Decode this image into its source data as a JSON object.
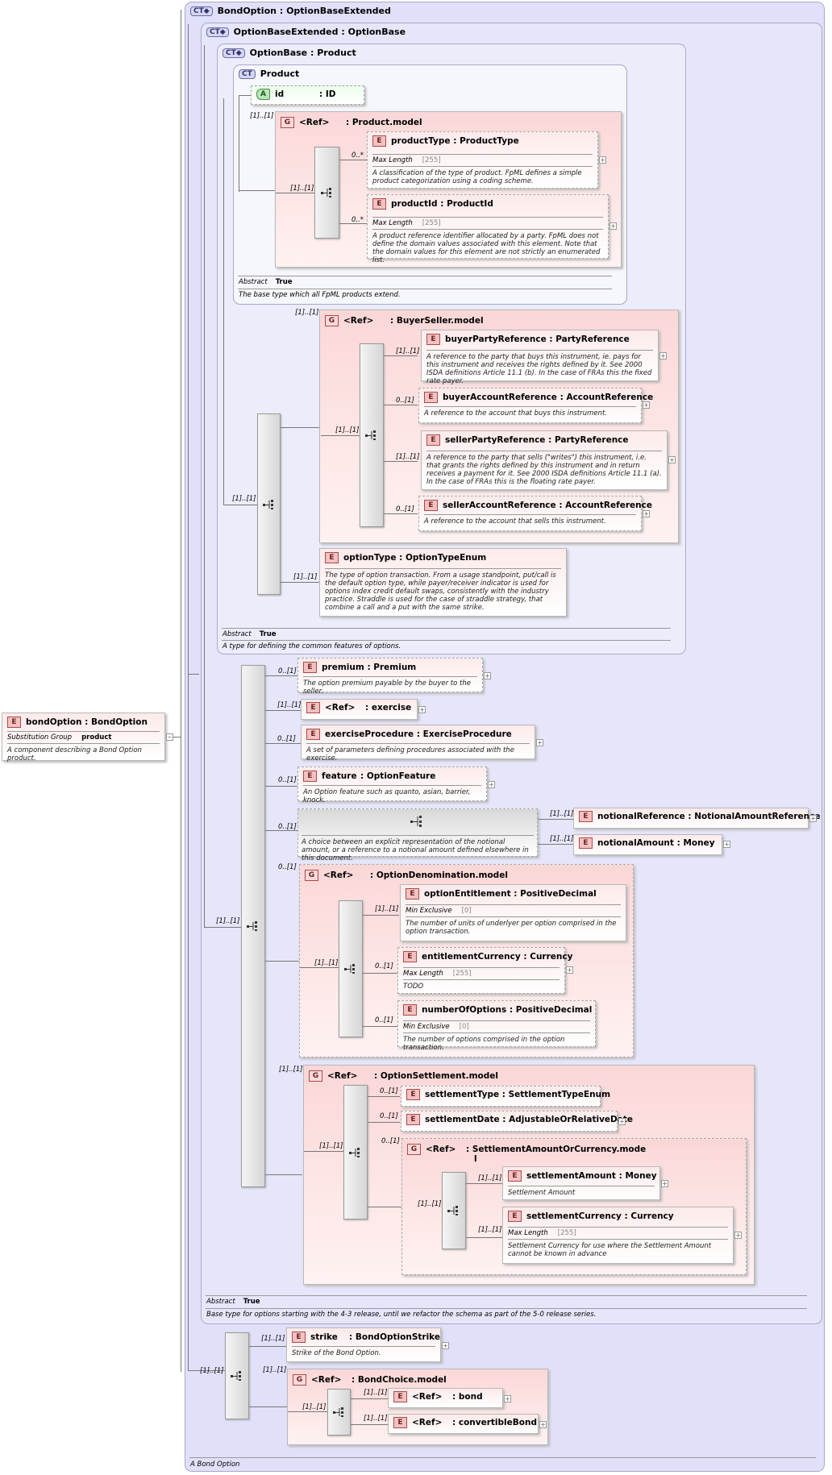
{
  "bondOption": {
    "name": "bondOption",
    "type": "BondOption",
    "subst_label": "Substitution Group",
    "subst_value": "product",
    "desc": "A component describing a Bond Option product."
  },
  "ct_bondoption": {
    "name": "BondOption",
    "base": "OptionBaseExtended",
    "desc": "A Bond Option"
  },
  "ct_obe": {
    "name": "OptionBaseExtended",
    "base": "OptionBase",
    "abstract_label": "Abstract",
    "abstract_value": "True",
    "desc": "Base type for options starting with the 4-3 release, until we refactor the schema as part of the 5-0 release series."
  },
  "ct_ob": {
    "name": "OptionBase",
    "base": "Product",
    "abstract_label": "Abstract",
    "abstract_value": "True",
    "desc": "A type for defining the common features of options."
  },
  "ct_product": {
    "name": "Product",
    "abstract_label": "Abstract",
    "abstract_value": "True",
    "desc": "The base type which all FpML products extend."
  },
  "attr_id": {
    "name": "id",
    "type": "ID"
  },
  "grp_product": {
    "ref": "<Ref>",
    "name": "Product.model",
    "card": "[1]..[1]"
  },
  "productType": {
    "name": "productType",
    "type": "ProductType",
    "facet": "Max Length",
    "facet_val": "[255]",
    "card": "0..*",
    "desc": "A classification of the type of product. FpML defines a simple product categorization using a coding scheme."
  },
  "productId": {
    "name": "productId",
    "type": "ProductId",
    "facet": "Max Length",
    "facet_val": "[255]",
    "card": "0..*",
    "desc": "A product reference identifier allocated by a party. FpML does not define the domain values associated with this element. Note that the domain values for this element are not strictly an enumerated list."
  },
  "seq_product_card": "[1]..[1]",
  "grp_buyerseller": {
    "ref": "<Ref>",
    "name": "BuyerSeller.model",
    "card": "[1]..[1]"
  },
  "buyerPartyReference": {
    "name": "buyerPartyReference",
    "type": "PartyReference",
    "card": "[1]..[1]",
    "desc": "A reference to the party that buys this instrument, ie. pays for this instrument and receives the rights defined by it. See 2000 ISDA definitions Article 11.1 (b). In the case of FRAs this the fixed rate payer."
  },
  "buyerAccountReference": {
    "name": "buyerAccountReference",
    "type": "AccountReference",
    "card": "0..[1]",
    "desc": "A reference to the account that buys this instrument."
  },
  "sellerPartyReference": {
    "name": "sellerPartyReference",
    "type": "PartyReference",
    "card": "[1]..[1]",
    "desc": "A reference to the party that sells (\"writes\") this instrument, i.e. that grants the rights defined by this instrument and in return receives a payment for it. See 2000 ISDA definitions Article 11.1 (a). In the case of FRAs this is the floating rate payer."
  },
  "sellerAccountReference": {
    "name": "sellerAccountReference",
    "type": "AccountReference",
    "card": "0..[1]",
    "desc": "A reference to the account that sells this instrument."
  },
  "seq_bs_card": "[1]..[1]",
  "optionType": {
    "name": "optionType",
    "type": "OptionTypeEnum",
    "card": "[1]..[1]",
    "desc": "The type of option transaction. From a usage standpoint, put/call is the default option type, while payer/receiver indicator is used for options index credit default swaps, consistently with the industry practice. Straddle is used for the case of straddle strategy, that combine a call and a put with the same strike."
  },
  "seq_ob_card": "[1]..[1]",
  "premium": {
    "name": "premium",
    "type": "Premium",
    "card": "0..[1]",
    "desc": "The option premium payable by the buyer to the seller."
  },
  "exercise": {
    "ref": "<Ref>",
    "name": "exercise",
    "card": "[1]..[1]"
  },
  "exerciseProcedure": {
    "name": "exerciseProcedure",
    "type": "ExerciseProcedure",
    "card": "0..[1]",
    "desc": "A set of parameters defining procedures associated with the exercise."
  },
  "feature": {
    "name": "feature",
    "type": "OptionFeature",
    "card": "0..[1]",
    "desc": "An Option feature such as quanto, asian, barrier, knock."
  },
  "notionalChoice": {
    "card": "0..[1]",
    "desc": "A choice between an explicit representation of the notional amount, or a reference to a notional amount defined elsewhere in this document."
  },
  "notionalReference": {
    "name": "notionalReference",
    "type": "NotionalAmountReference",
    "card": "[1]..[1]"
  },
  "notionalAmount": {
    "name": "notionalAmount",
    "type": "Money",
    "card": "[1]..[1]"
  },
  "grp_denom": {
    "ref": "<Ref>",
    "name": "OptionDenomination.model",
    "card": "0..[1]"
  },
  "optionEntitlement": {
    "name": "optionEntitlement",
    "type": "PositiveDecimal",
    "facet": "Min Exclusive",
    "facet_val": "[0]",
    "card": "[1]..[1]",
    "desc": "The number of units of underlyer per option comprised in the option transaction."
  },
  "entitlementCurrency": {
    "name": "entitlementCurrency",
    "type": "Currency",
    "facet": "Max Length",
    "facet_val": "[255]",
    "card": "0..[1]",
    "desc": "TODO"
  },
  "numberOfOptions": {
    "name": "numberOfOptions",
    "type": "PositiveDecimal",
    "facet": "Min Exclusive",
    "facet_val": "[0]",
    "card": "0..[1]",
    "desc": "The number of options comprised in the option transaction."
  },
  "seq_denom_card": "[1]..[1]",
  "grp_settle": {
    "ref": "<Ref>",
    "name": "OptionSettlement.model",
    "card": "[1]..[1]"
  },
  "settlementType": {
    "name": "settlementType",
    "type": "SettlementTypeEnum",
    "card": "0..[1]"
  },
  "settlementDate": {
    "name": "settlementDate",
    "type": "AdjustableOrRelativeDate",
    "card": "0..[1]"
  },
  "grp_amtcur": {
    "ref": "<Ref>",
    "name": "SettlementAmountOrCurrency.mode",
    "name2": "l",
    "card": "0..[1]"
  },
  "settlementAmount": {
    "name": "settlementAmount",
    "type": "Money",
    "card": "[1]..[1]",
    "desc": "Settlement Amount"
  },
  "settlementCurrency": {
    "name": "settlementCurrency",
    "type": "Currency",
    "facet": "Max Length",
    "facet_val": "[255]",
    "card": "[1]..[1]",
    "desc": "Settlement Currency for use where the Settlement Amount cannot be known in advance"
  },
  "seq_settle_card": "[1]..[1]",
  "seq_amtcur_card": "[1]..[1]",
  "seq_obe_card": "[1]..[1]",
  "strike": {
    "name": "strike",
    "type": "BondOptionStrike",
    "card": "[1]..[1]",
    "desc": "Strike of the Bond Option."
  },
  "grp_bondchoice": {
    "ref": "<Ref>",
    "name": "BondChoice.model",
    "card": "[1]..[1]"
  },
  "bond": {
    "ref": "<Ref>",
    "name": "bond",
    "card": "[1]..[1]"
  },
  "convertibleBond": {
    "ref": "<Ref>",
    "name": "convertibleBond",
    "card": "[1]..[1]"
  },
  "seq_bc_card": "[1]..[1]",
  "seq_main_card": "[1]..[1]",
  "colon": ":"
}
